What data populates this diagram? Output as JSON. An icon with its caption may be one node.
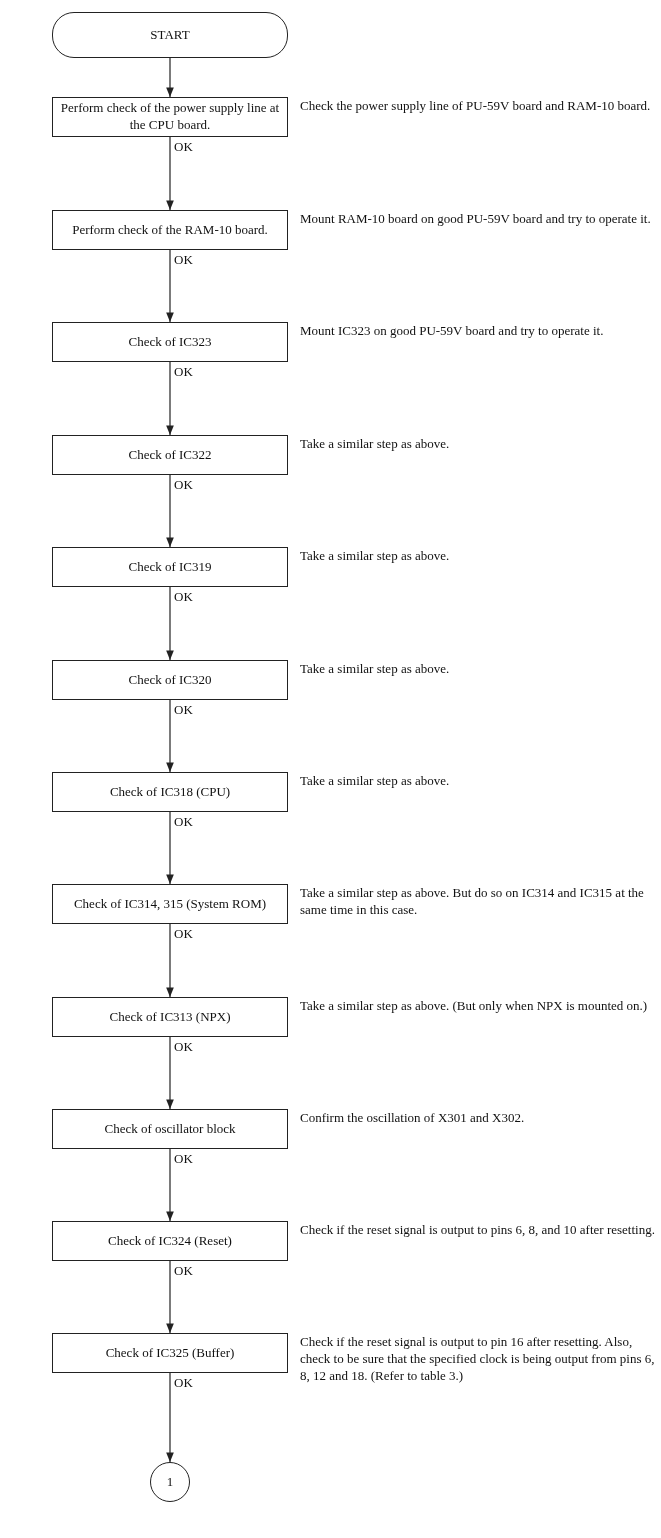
{
  "diagram": {
    "nodes": [
      {
        "text": [
          "START"
        ]
      },
      {
        "text": [
          "Perform check of the power supply line at the CPU board."
        ],
        "beside": [
          "Check the power supply line of PU-59V board and RAM-10 board."
        ]
      },
      {
        "text": [
          "Perform check of the RAM-10 board."
        ],
        "beside": [
          "Mount RAM-10 board on good PU-59V board and try to operate it."
        ]
      },
      {
        "text": [
          "Check of IC323"
        ],
        "beside": [
          "Mount IC323 on good PU-59V board and try to operate it."
        ]
      },
      {
        "text": [
          "Check of IC322"
        ],
        "beside": [
          "Take a similar step as above."
        ]
      },
      {
        "text": [
          "Check of IC319"
        ],
        "beside": [
          "Take a similar step as above."
        ]
      },
      {
        "text": [
          "Check of IC320"
        ],
        "beside": [
          "Take a similar step as above."
        ]
      },
      {
        "text": [
          "Check of IC318 (CPU)"
        ],
        "beside": [
          "Take a similar step as above."
        ]
      },
      {
        "text": [
          "Check of IC314, 315 (System ROM)"
        ],
        "beside": [
          "Take a similar step as above. But do so on IC314 and IC315 at the same time in this case."
        ]
      },
      {
        "text": [
          "Check of IC313 (NPX)"
        ],
        "beside": [
          "Take a similar step as above. (But only when NPX is mounted on.)"
        ]
      },
      {
        "text": [
          "Check of oscillator block"
        ],
        "beside": [
          "Confirm the oscillation of X301 and X302."
        ]
      },
      {
        "text": [
          "Check of IC324 (Reset)"
        ],
        "beside": [
          "Check if the reset signal is output to pins 6, 8, and 10 after resetting."
        ]
      },
      {
        "text": [
          "Check of IC325 (Buffer)"
        ],
        "beside": [
          "Check if the reset signal is output to pin 16 after resetting. Also, check to be sure that the specified clock is being output from pins 6, 8, 12 and 18. (Refer to table 3.)"
        ]
      },
      {
        "text": [
          "1"
        ]
      }
    ],
    "edges": [
      {
        "from": 0,
        "to": 1,
        "arrow": "to"
      },
      {
        "from": 1,
        "to": 2,
        "arrow": "to",
        "label": "OK"
      },
      {
        "from": 2,
        "to": 3,
        "arrow": "to",
        "label": "OK"
      },
      {
        "from": 3,
        "to": 4,
        "arrow": "to",
        "label": "OK"
      },
      {
        "from": 4,
        "to": 5,
        "arrow": "to",
        "label": "OK"
      },
      {
        "from": 5,
        "to": 6,
        "arrow": "to",
        "label": "OK"
      },
      {
        "from": 6,
        "to": 7,
        "arrow": "to",
        "label": "OK"
      },
      {
        "from": 7,
        "to": 8,
        "arrow": "to",
        "label": "OK"
      },
      {
        "from": 8,
        "to": 9,
        "arrow": "to",
        "label": "OK"
      },
      {
        "from": 9,
        "to": 10,
        "arrow": "to",
        "label": "OK"
      },
      {
        "from": 10,
        "to": 11,
        "arrow": "to",
        "label": "OK"
      },
      {
        "from": 11,
        "to": 12,
        "arrow": "to",
        "label": "OK"
      },
      {
        "from": 12,
        "to": 13,
        "arrow": "to",
        "label": "OK"
      }
    ]
  }
}
